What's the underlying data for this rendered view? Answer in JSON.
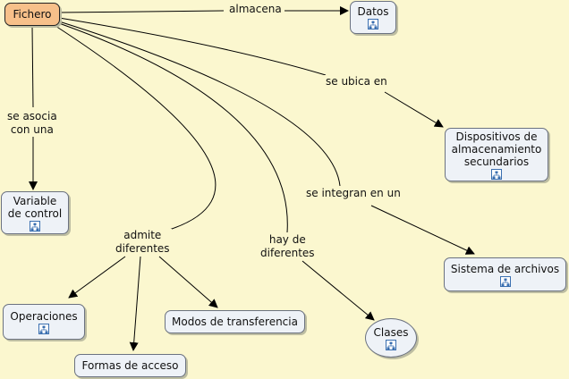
{
  "nodes": {
    "fichero": "Fichero",
    "datos": "Datos",
    "dispositivos": "Dispositivos de\nalmacenamiento\nsecundarios",
    "variable": "Variable\nde control",
    "sistema": "Sistema de archivos",
    "operaciones": "Operaciones",
    "modos": "Modos de transferencia",
    "clases": "Clases",
    "formas": "Formas de acceso"
  },
  "links": {
    "almacena": "almacena",
    "se_ubica_en": "se ubica en",
    "se_asocia": "se asocia\ncon una",
    "se_integran": "se integran en un",
    "admite": "admite\ndiferentes",
    "hay_de": "hay de\ndiferentes"
  },
  "icons": {
    "submap": "concept-map-icon"
  },
  "colors": {
    "background": "#fbf7cf",
    "root_node": "#f7c08a",
    "node": "#eef2f7",
    "line": "#000000"
  }
}
